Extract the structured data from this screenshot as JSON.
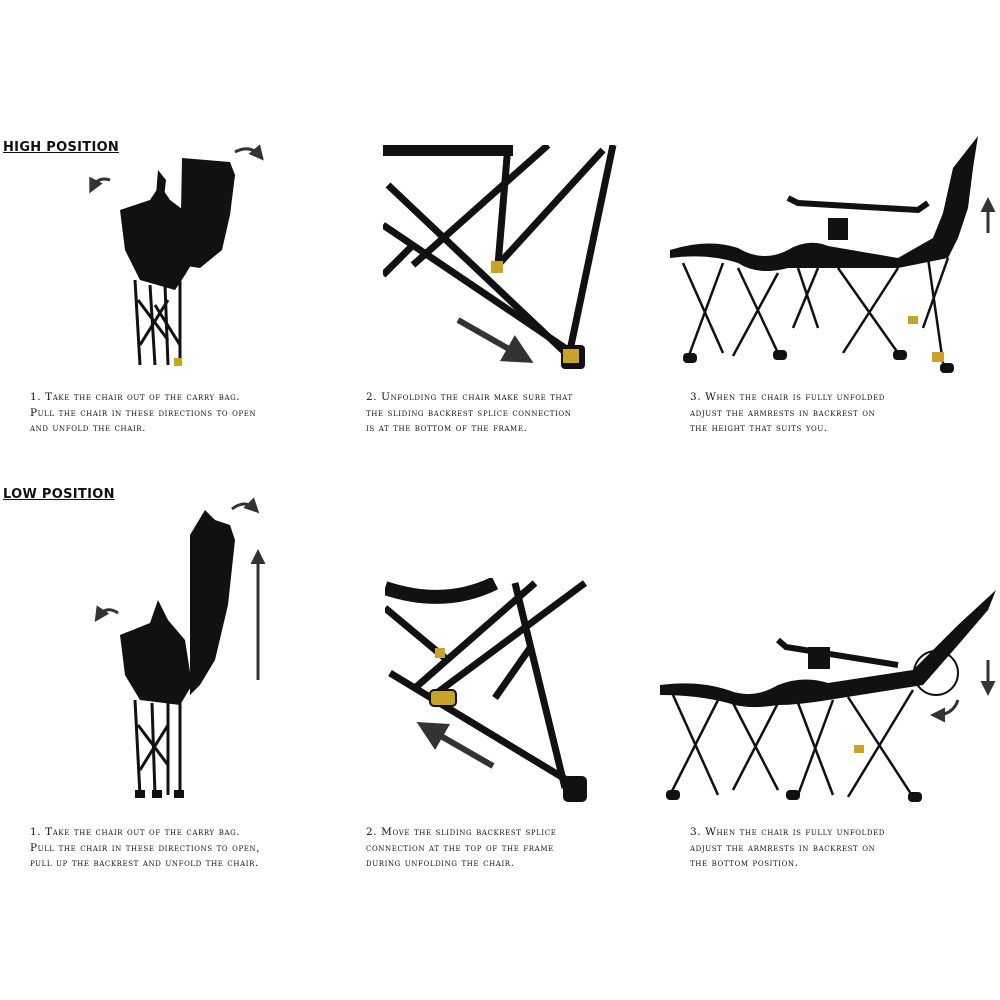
{
  "high": {
    "heading": "HIGH POSITION",
    "steps": [
      {
        "lines": [
          "1.  Take the chair out of the carry bag.",
          "Pull the chair in these directions to open",
          "and unfold the chair."
        ]
      },
      {
        "lines": [
          "2.  Unfolding the chair make  sure that",
          "the sliding backrest splice connection",
          "is at the bottom of the frame."
        ]
      },
      {
        "lines": [
          "3.  When the chair is fully unfolded",
          "adjust the armrests in backrest on",
          "the height that suits you."
        ]
      }
    ]
  },
  "low": {
    "heading": "LOW POSITION",
    "steps": [
      {
        "lines": [
          "1.  Take the chair out of the carry bag.",
          "Pull the chair in these directions to open,",
          "pull up the backrest and unfold the chair."
        ]
      },
      {
        "lines": [
          "2.  Move the sliding backrest splice",
          "connection at the top of the frame",
          "during unfolding the chair."
        ]
      },
      {
        "lines": [
          "3.  When the chair is fully unfolded",
          "adjust the armrests in backrest on",
          "the bottom position."
        ]
      }
    ]
  },
  "colors": {
    "ink": "#111111",
    "accent": "#c9a227"
  },
  "icons": [
    "curved-arrow-icon",
    "straight-arrow-icon",
    "up-arrow-icon",
    "down-arrow-icon"
  ]
}
